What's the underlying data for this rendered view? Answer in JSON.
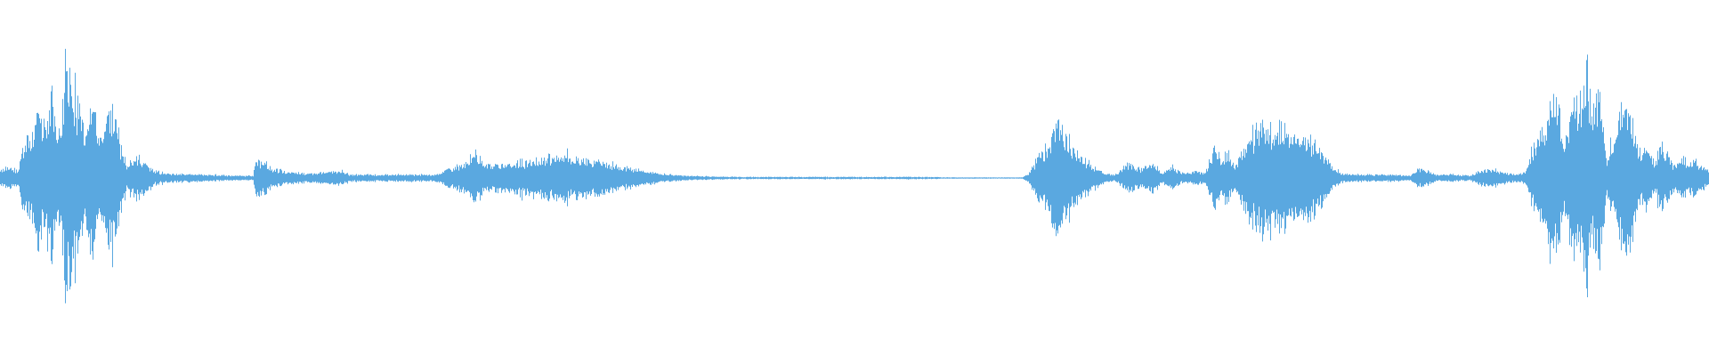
{
  "waveform": {
    "color": "#5aa8e0",
    "background": "#ffffff",
    "amplitude_range": [
      -1,
      1
    ],
    "time_range": [
      0,
      1
    ],
    "envelope": [
      [
        0.0,
        0.08
      ],
      [
        0.006,
        0.1
      ],
      [
        0.01,
        0.06
      ],
      [
        0.014,
        0.3
      ],
      [
        0.018,
        0.38
      ],
      [
        0.022,
        0.55
      ],
      [
        0.026,
        0.45
      ],
      [
        0.03,
        0.72
      ],
      [
        0.034,
        0.4
      ],
      [
        0.038,
        0.95
      ],
      [
        0.042,
        0.9
      ],
      [
        0.046,
        0.6
      ],
      [
        0.05,
        0.4
      ],
      [
        0.054,
        0.82
      ],
      [
        0.058,
        0.3
      ],
      [
        0.062,
        0.55
      ],
      [
        0.066,
        0.68
      ],
      [
        0.07,
        0.3
      ],
      [
        0.074,
        0.12
      ],
      [
        0.08,
        0.2
      ],
      [
        0.085,
        0.14
      ],
      [
        0.09,
        0.06
      ],
      [
        0.1,
        0.04
      ],
      [
        0.12,
        0.03
      ],
      [
        0.14,
        0.02
      ],
      [
        0.148,
        0.02
      ],
      [
        0.15,
        0.18
      ],
      [
        0.154,
        0.14
      ],
      [
        0.16,
        0.08
      ],
      [
        0.17,
        0.05
      ],
      [
        0.185,
        0.04
      ],
      [
        0.2,
        0.06
      ],
      [
        0.205,
        0.03
      ],
      [
        0.22,
        0.03
      ],
      [
        0.24,
        0.03
      ],
      [
        0.255,
        0.03
      ],
      [
        0.262,
        0.08
      ],
      [
        0.27,
        0.12
      ],
      [
        0.278,
        0.22
      ],
      [
        0.285,
        0.12
      ],
      [
        0.295,
        0.12
      ],
      [
        0.31,
        0.16
      ],
      [
        0.325,
        0.19
      ],
      [
        0.34,
        0.18
      ],
      [
        0.355,
        0.13
      ],
      [
        0.37,
        0.08
      ],
      [
        0.385,
        0.04
      ],
      [
        0.4,
        0.02
      ],
      [
        0.43,
        0.01
      ],
      [
        0.46,
        0.01
      ],
      [
        0.5,
        0.01
      ],
      [
        0.54,
        0.01
      ],
      [
        0.56,
        0.005
      ],
      [
        0.58,
        0.005
      ],
      [
        0.598,
        0.005
      ],
      [
        0.602,
        0.05
      ],
      [
        0.608,
        0.2
      ],
      [
        0.614,
        0.28
      ],
      [
        0.618,
        0.55
      ],
      [
        0.622,
        0.4
      ],
      [
        0.63,
        0.22
      ],
      [
        0.638,
        0.12
      ],
      [
        0.645,
        0.05
      ],
      [
        0.652,
        0.03
      ],
      [
        0.66,
        0.12
      ],
      [
        0.668,
        0.08
      ],
      [
        0.675,
        0.13
      ],
      [
        0.68,
        0.05
      ],
      [
        0.686,
        0.1
      ],
      [
        0.692,
        0.04
      ],
      [
        0.7,
        0.06
      ],
      [
        0.705,
        0.04
      ],
      [
        0.71,
        0.28
      ],
      [
        0.714,
        0.18
      ],
      [
        0.718,
        0.25
      ],
      [
        0.722,
        0.1
      ],
      [
        0.728,
        0.3
      ],
      [
        0.732,
        0.38
      ],
      [
        0.736,
        0.42
      ],
      [
        0.74,
        0.5
      ],
      [
        0.745,
        0.44
      ],
      [
        0.75,
        0.46
      ],
      [
        0.755,
        0.42
      ],
      [
        0.76,
        0.4
      ],
      [
        0.765,
        0.35
      ],
      [
        0.77,
        0.3
      ],
      [
        0.775,
        0.2
      ],
      [
        0.78,
        0.1
      ],
      [
        0.785,
        0.04
      ],
      [
        0.8,
        0.03
      ],
      [
        0.815,
        0.03
      ],
      [
        0.825,
        0.02
      ],
      [
        0.83,
        0.08
      ],
      [
        0.836,
        0.06
      ],
      [
        0.84,
        0.03
      ],
      [
        0.85,
        0.03
      ],
      [
        0.86,
        0.02
      ],
      [
        0.865,
        0.06
      ],
      [
        0.872,
        0.08
      ],
      [
        0.88,
        0.05
      ],
      [
        0.888,
        0.03
      ],
      [
        0.893,
        0.06
      ],
      [
        0.898,
        0.3
      ],
      [
        0.904,
        0.4
      ],
      [
        0.908,
        0.7
      ],
      [
        0.912,
        0.55
      ],
      [
        0.916,
        0.3
      ],
      [
        0.92,
        0.78
      ],
      [
        0.924,
        0.6
      ],
      [
        0.928,
        0.95
      ],
      [
        0.932,
        0.55
      ],
      [
        0.936,
        0.75
      ],
      [
        0.94,
        0.2
      ],
      [
        0.944,
        0.35
      ],
      [
        0.948,
        0.62
      ],
      [
        0.952,
        0.7
      ],
      [
        0.956,
        0.45
      ],
      [
        0.96,
        0.18
      ],
      [
        0.964,
        0.28
      ],
      [
        0.968,
        0.12
      ],
      [
        0.972,
        0.3
      ],
      [
        0.976,
        0.2
      ],
      [
        0.98,
        0.1
      ],
      [
        0.984,
        0.2
      ],
      [
        0.988,
        0.12
      ],
      [
        0.992,
        0.16
      ],
      [
        0.996,
        0.1
      ],
      [
        1.0,
        0.06
      ]
    ]
  }
}
